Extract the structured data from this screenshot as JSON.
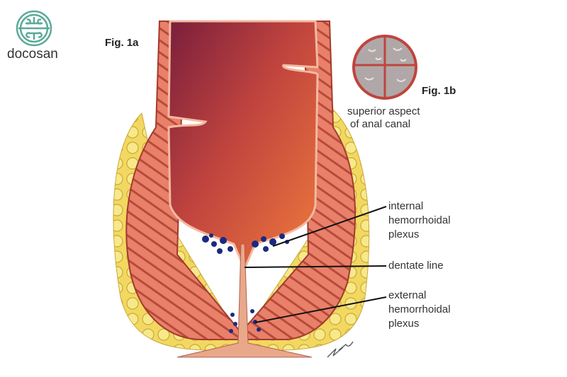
{
  "logo": {
    "text": "docosan",
    "color": "#5aaa98"
  },
  "figure_1a": {
    "label": "Fig. 1a"
  },
  "figure_1b": {
    "label": "Fig. 1b",
    "caption_line1": "superior aspect",
    "caption_line2": "of anal canal"
  },
  "annotations": {
    "internal": [
      "internal",
      "hemorrhoidal",
      "plexus"
    ],
    "dentate": "dentate line",
    "external": [
      "external",
      "hemorrhoidal",
      "plexus"
    ]
  },
  "signature": "Vitaly Guk"
}
